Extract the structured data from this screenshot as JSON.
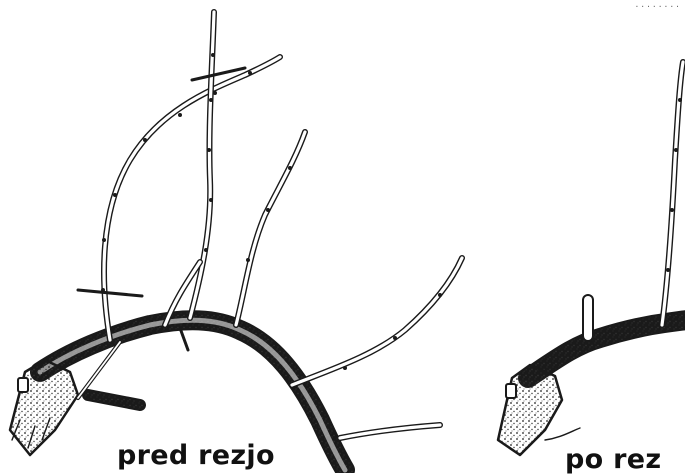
{
  "captions": {
    "before": "pred rezjo",
    "after": "po rez"
  },
  "corner_mark": "........",
  "panels": [
    {
      "id": "before",
      "cuts": 2,
      "description_label": "pred rezjo"
    },
    {
      "id": "after",
      "cuts": 0,
      "description_label": "po rez"
    }
  ],
  "colors": {
    "ink": "#1a1a1a",
    "wood": "#ffffff",
    "bark": "#2b2b2b",
    "paper": "#ffffff"
  },
  "icons": [
    "pruning-cut-mark",
    "bud-dot",
    "trunk-texture"
  ]
}
